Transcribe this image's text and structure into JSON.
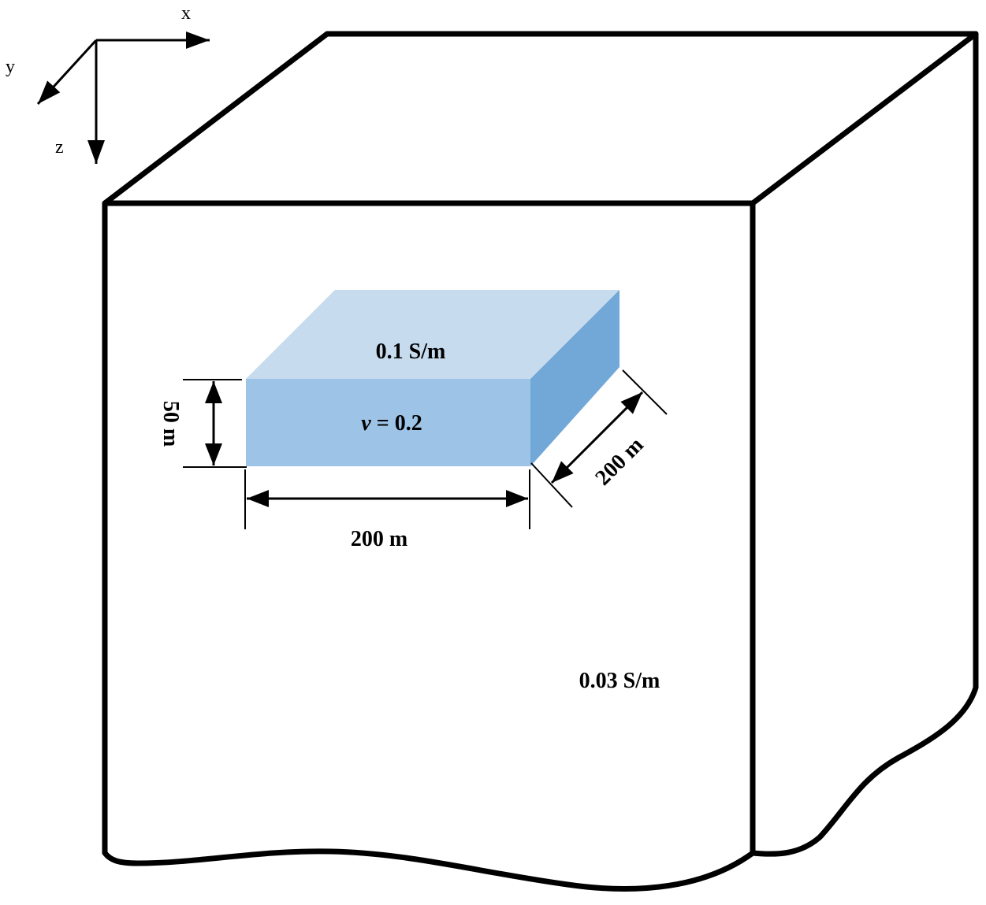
{
  "axes": {
    "x_label": "x",
    "y_label": "y",
    "z_label": "z"
  },
  "anomaly": {
    "conductivity_label": "0.1 S/m",
    "velocity_symbol": "v",
    "velocity_value": " = 0.2",
    "height_label": "50 m",
    "width_label": "200 m",
    "depth_label": "200 m",
    "colors": {
      "top_face": "#c7dbee",
      "front_face": "#9dc3e6",
      "side_face": "#72a8d8"
    }
  },
  "background": {
    "conductivity_label": "0.03 S/m"
  }
}
